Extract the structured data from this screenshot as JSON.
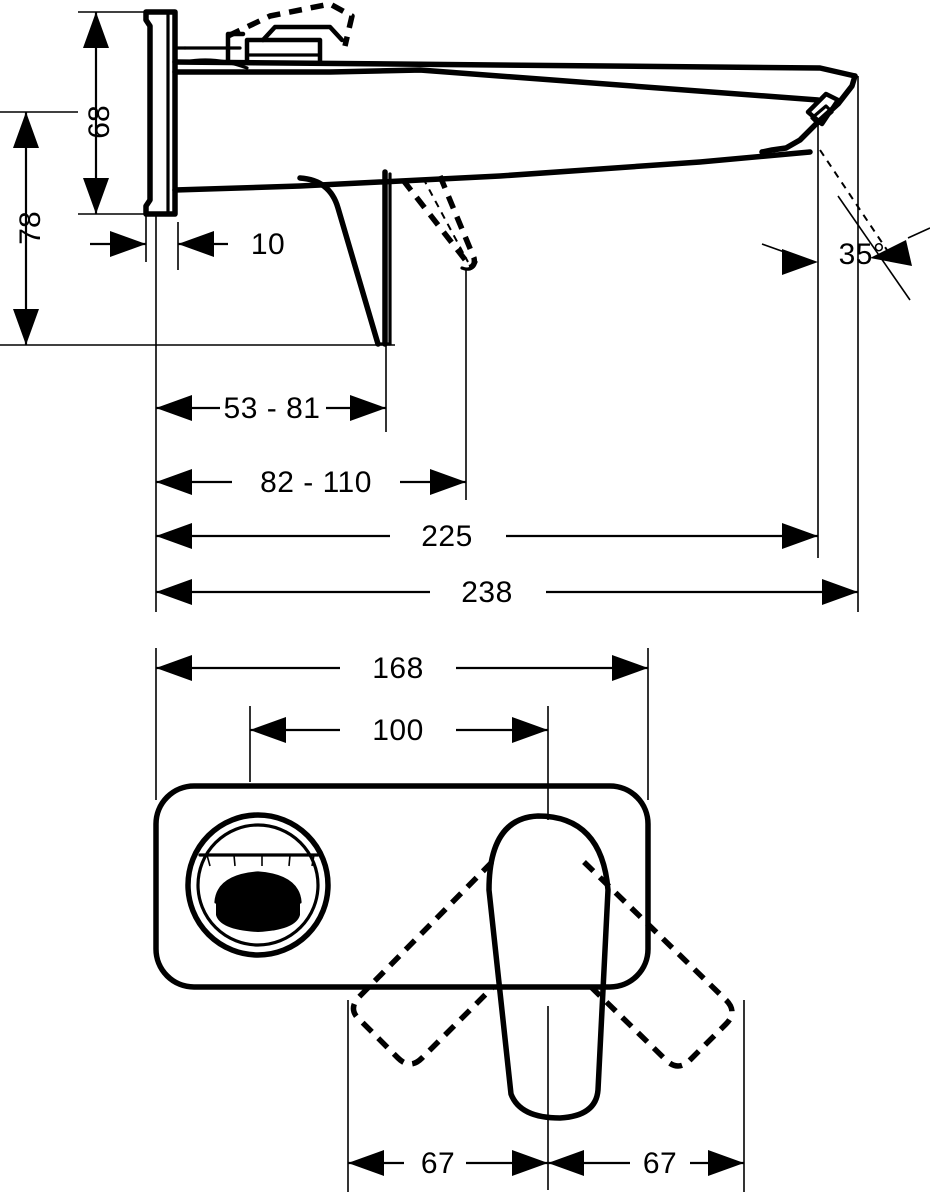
{
  "drawing": {
    "title": "Wall-mounted single lever basin mixer dimensional drawing",
    "units": "mm",
    "line_color": "#000000",
    "background_color": "#ffffff",
    "views": [
      {
        "id": "side-view",
        "name": "Side elevation / section"
      },
      {
        "id": "front-view",
        "name": "Front elevation of escutcheon plate"
      }
    ]
  },
  "dimensions": {
    "height_68": {
      "value": "68",
      "orientation": "vertical",
      "view": "side-view"
    },
    "height_78": {
      "value": "78",
      "orientation": "vertical",
      "view": "side-view"
    },
    "plate_thickness_10": {
      "value": "10",
      "orientation": "horizontal",
      "view": "side-view"
    },
    "reach_53_81": {
      "value": "53 - 81",
      "orientation": "horizontal",
      "view": "side-view"
    },
    "reach_82_110": {
      "value": "82 - 110",
      "orientation": "horizontal",
      "view": "side-view"
    },
    "reach_225": {
      "value": "225",
      "orientation": "horizontal",
      "view": "side-view"
    },
    "reach_238": {
      "value": "238",
      "orientation": "horizontal",
      "view": "side-view"
    },
    "spray_angle_35": {
      "value": "35°",
      "orientation": "angular",
      "view": "side-view"
    },
    "plate_width_168": {
      "value": "168",
      "orientation": "horizontal",
      "view": "front-view"
    },
    "lever_travel_100": {
      "value": "100",
      "orientation": "horizontal",
      "view": "front-view"
    },
    "lever_left_67": {
      "value": "67",
      "orientation": "horizontal",
      "view": "front-view"
    },
    "lever_right_67": {
      "value": "67",
      "orientation": "horizontal",
      "view": "front-view"
    }
  }
}
